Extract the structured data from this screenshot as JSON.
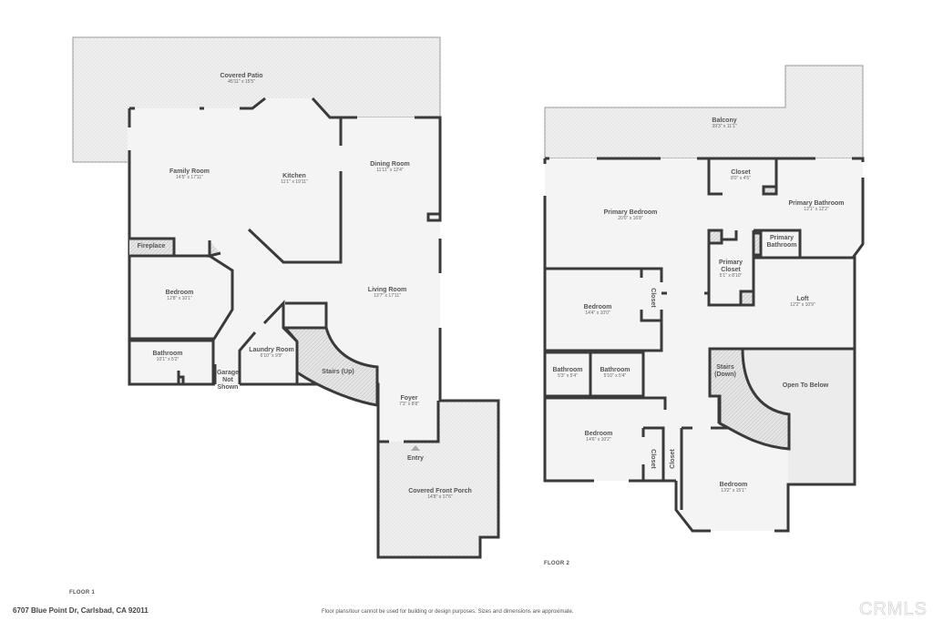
{
  "floor1": {
    "label": "FLOOR 1",
    "rooms": {
      "covered_patio": {
        "name": "Covered Patio",
        "dims": "45'11\" x 15'5\""
      },
      "family_room": {
        "name": "Family Room",
        "dims": "14'5\" x 17'11\""
      },
      "kitchen": {
        "name": "Kitchen",
        "dims": "11'1\" x 19'11\""
      },
      "dining_room": {
        "name": "Dining Room",
        "dims": "11'11\" x 12'4\""
      },
      "fireplace": {
        "name": "Fireplace"
      },
      "bedroom": {
        "name": "Bedroom",
        "dims": "12'8\" x 10'1\""
      },
      "living_room": {
        "name": "Living Room",
        "dims": "13'7\" x 17'11\""
      },
      "bathroom": {
        "name": "Bathroom",
        "dims": "10'1\" x 5'2\""
      },
      "laundry_room": {
        "name": "Laundry Room",
        "dims": "6'10\" x 9'9\""
      },
      "garage": {
        "name": "Garage Not Shown"
      },
      "stairs_up": {
        "name": "Stairs (Up)"
      },
      "foyer": {
        "name": "Foyer",
        "dims": "7'3\" x 8'8\""
      },
      "entry": {
        "name": "Entry"
      },
      "covered_front_porch": {
        "name": "Covered Front Porch",
        "dims": "14'8\" x 17'6\""
      }
    }
  },
  "floor2": {
    "label": "FLOOR 2",
    "rooms": {
      "balcony": {
        "name": "Balcony",
        "dims": "39'3\" x 11'1\""
      },
      "closet_top": {
        "name": "Closet",
        "dims": "8'0\" x 4'5\""
      },
      "primary_bedroom": {
        "name": "Primary Bedroom",
        "dims": "20'0\" x 16'8\""
      },
      "primary_bathroom": {
        "name": "Primary Bathroom",
        "dims": "12'1\" x 12'2\""
      },
      "primary_bathroom_small": {
        "name": "Primary Bathroom"
      },
      "primary_closet": {
        "name": "Primary Closet",
        "dims": "5'1\" x 8'10\""
      },
      "loft": {
        "name": "Loft",
        "dims": "12'2\" x 10'9\""
      },
      "bedroom_a": {
        "name": "Bedroom",
        "dims": "14'4\" x 10'0\""
      },
      "closet_a": {
        "name": "Closet"
      },
      "bathroom_a": {
        "name": "Bathroom",
        "dims": "5'3\" x 5'4\""
      },
      "bathroom_b": {
        "name": "Bathroom",
        "dims": "5'10\" x 5'4\""
      },
      "stairs_down": {
        "name": "Stairs (Down)"
      },
      "open_to_below": {
        "name": "Open To Below"
      },
      "bedroom_b": {
        "name": "Bedroom",
        "dims": "14'6\" x 10'2\""
      },
      "closet_b": {
        "name": "Closet"
      },
      "closet_c": {
        "name": "Closet"
      },
      "bedroom_c": {
        "name": "Bedroom",
        "dims": "13'2\" x 15'1\""
      }
    }
  },
  "footer": {
    "address": "6707 Blue Point Dr, Carlsbad, CA 92011",
    "disclaimer": "Floor plans/tour cannot be used for building or design purposes. Sizes and dimensions are approximate.",
    "brand": "CRMLS"
  },
  "colors": {
    "wall": "#3a3a3a",
    "floor": "#f4f4f4",
    "outdoor": "#ececec",
    "hatch": "#d8d8d8",
    "text": "#555555"
  }
}
